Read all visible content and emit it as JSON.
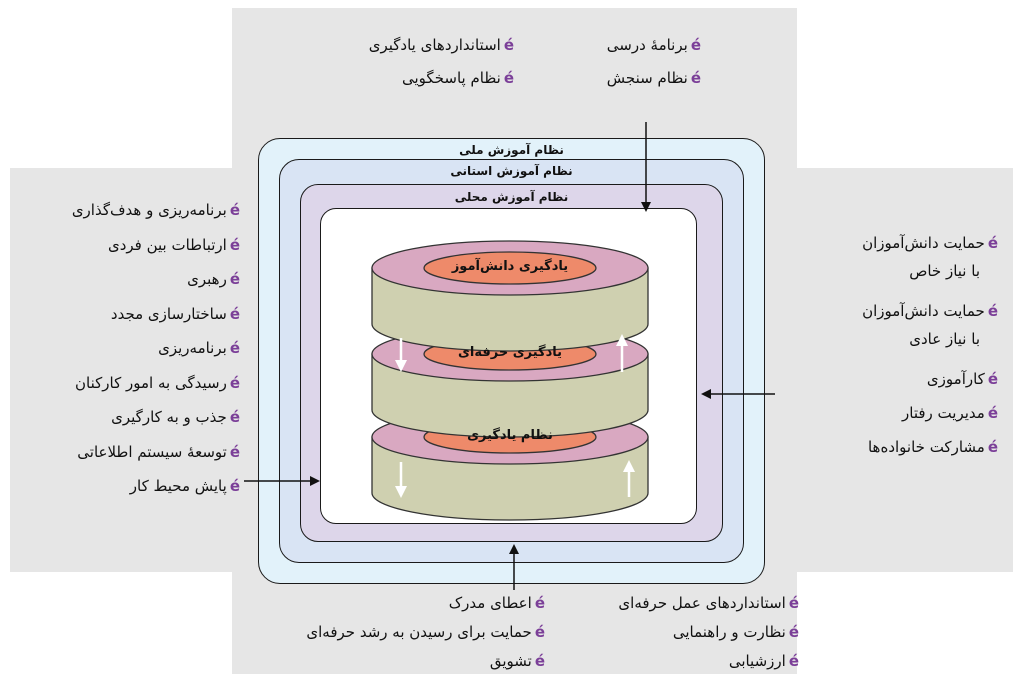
{
  "bullet_glyph": "é",
  "colors": {
    "background_panel": "#e6e6e6",
    "bullet": "#7b3f98",
    "national_box": "#e2f2fa",
    "provincial_box": "#d9e4f4",
    "local_box": "#ddd6ea",
    "disk_top": "#d9a8c1",
    "disk_side": "#cfd0b0",
    "ellipse_label": "#ee8a6a"
  },
  "boxes": {
    "national": "نظام آموزش ملی",
    "provincial": "نظام آموزش استانی",
    "local": "نظام آموزش محلی"
  },
  "layers": [
    {
      "label": "یادگیری دانش‌آموز"
    },
    {
      "label": "یادگیری حرفه‌ای"
    },
    {
      "label": "نظام یادگیری"
    }
  ],
  "top_right": [
    "برنامهٔ درسی",
    "نظام سنجش"
  ],
  "top_left": [
    "استانداردهای یادگیری",
    "نظام پاسخگویی"
  ],
  "left": [
    "برنامه‌ریزی و هدف‌گذاری",
    "ارتباطات بین فردی",
    "رهبری",
    "ساختارسازی مجدد",
    "برنامه‌ریزی",
    "رسیدگی به امور کارکنان",
    "جذب و به کارگیری",
    "توسعهٔ سیستم اطلاعاتی",
    "پایش محیط کار"
  ],
  "right": [
    {
      "line1": "حمایت دانش‌آموزان",
      "line2": "با نیاز خاص"
    },
    {
      "line1": "حمایت دانش‌آموزان",
      "line2": "با نیاز عادی"
    },
    {
      "line1": "کارآموزی",
      "line2": ""
    },
    {
      "line1": "مدیریت رفتار",
      "line2": ""
    },
    {
      "line1": "مشارکت خانواده‌ها",
      "line2": ""
    }
  ],
  "bottom_left": [
    "اعطای مدرک",
    "حمایت برای رسیدن به رشد حرفه‌ای",
    "تشویق"
  ],
  "bottom_right": [
    "استانداردهای عمل حرفه‌ای",
    "نظارت و راهنمایی",
    "ارزشیابی"
  ]
}
